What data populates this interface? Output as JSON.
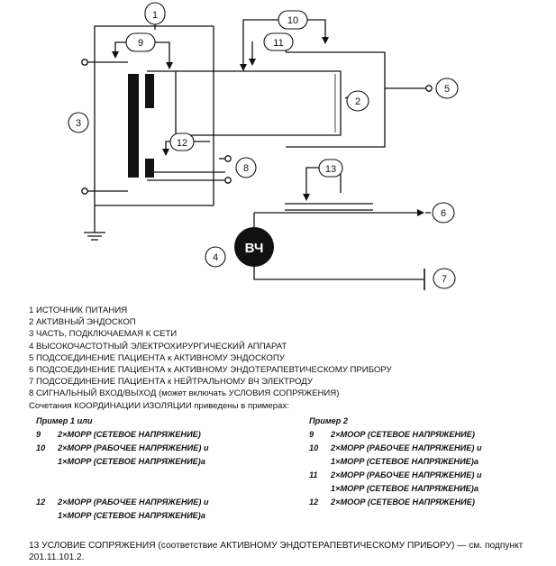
{
  "diagram": {
    "callouts": [
      "1",
      "2",
      "3",
      "4",
      "5",
      "6",
      "7",
      "8",
      "9",
      "10",
      "11",
      "12",
      "13"
    ],
    "hf_label": "ВЧ"
  },
  "legend": [
    "1 ИСТОЧНИК ПИТАНИЯ",
    "2 АКТИВНЫЙ ЭНДОСКОП",
    "3 ЧАСТЬ, ПОДКЛЮЧАЕМАЯ К СЕТИ",
    "4 ВЫСОКОЧАСТОТНЫЙ ЭЛЕКТРОХИРУРГИЧЕСКИЙ АППАРАТ",
    "5 ПОДСОЕДИНЕНИЕ ПАЦИЕНТА к АКТИВНОМУ ЭНДОСКОПУ",
    "6 ПОДСОЕДИНЕНИЕ ПАЦИЕНТА к АКТИВНОМУ ЭНДОТЕРАПЕВТИЧЕСКОМУ ПРИБОРУ",
    "7 ПОДСОЕДИНЕНИЕ ПАЦИЕНТА к НЕЙТРАЛЬНОМУ ВЧ ЭЛЕКТРОДУ",
    "8 СИГНАЛЬНЫЙ ВХОД/ВЫХОД (может включать УСЛОВИЯ СОПРЯЖЕНИЯ)",
    "Сочетания КООРДИНАЦИИ ИЗОЛЯЦИИ приведены в примерах:"
  ],
  "example1": {
    "title": "Пример 1 или",
    "l1_num": "9",
    "l1": "2×MOPP (СЕТЕВОЕ НАПРЯЖЕНИЕ)",
    "l2_num": "10",
    "l2": "2×MOPP (РАБОЧЕЕ НАПРЯЖЕНИЕ) и",
    "l2b": "1×MOPP (СЕТЕВОЕ НАПРЯЖЕНИЕ)а",
    "l3_num": "12",
    "l3": "2×MOPP (РАБОЧЕЕ НАПРЯЖЕНИЕ) и",
    "l3b": "1×MOPP (СЕТЕВОЕ НАПРЯЖЕНИЕ)а"
  },
  "example2": {
    "title": "Пример 2",
    "l1_num": "9",
    "l1": "2×MOOP (СЕТЕВОЕ НАПРЯЖЕНИЕ)",
    "l2_num": "10",
    "l2": "2×MOPP (РАБОЧЕЕ НАПРЯЖЕНИЕ) и",
    "l2b": "1×MOPP (СЕТЕВОЕ НАПРЯЖЕНИЕ)а",
    "l3_num": "11",
    "l3": "2×MOPP (РАБОЧЕЕ НАПРЯЖЕНИЕ) и",
    "l3b": "1×MOPP (СЕТЕВОЕ НАПРЯЖЕНИЕ)а",
    "l4_num": "12",
    "l4": "2×MOOP (СЕТЕВОЕ НАПРЯЖЕНИЕ)"
  },
  "footer": "13 УСЛОВИЕ СОПРЯЖЕНИЯ (соответствие АКТИВНОМУ ЭНДОТЕРАПЕВТИЧЕСКОМУ ПРИБОРУ) — см. подпункт 201.11.101.2."
}
